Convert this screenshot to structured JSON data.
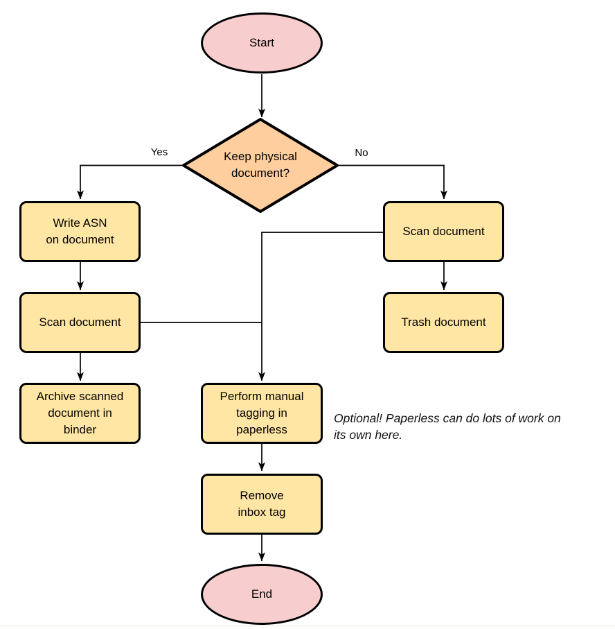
{
  "diagram": {
    "type": "flowchart",
    "nodes": {
      "start": {
        "label": "Start",
        "shape": "terminator"
      },
      "decision": {
        "label": "Keep physical\ndocument?",
        "shape": "decision"
      },
      "write_asn": {
        "label": "Write ASN\non document",
        "shape": "process"
      },
      "scan_left": {
        "label": "Scan document",
        "shape": "process"
      },
      "archive": {
        "label": "Archive scanned\ndocument in\nbinder",
        "shape": "process"
      },
      "scan_right": {
        "label": "Scan document",
        "shape": "process"
      },
      "trash": {
        "label": "Trash document",
        "shape": "process"
      },
      "tagging": {
        "label": "Perform manual\ntagging in\npaperless",
        "shape": "process"
      },
      "remove_inbox": {
        "label": "Remove\ninbox tag",
        "shape": "process"
      },
      "end": {
        "label": "End",
        "shape": "terminator"
      }
    },
    "edge_labels": {
      "yes": "Yes",
      "no": "No"
    },
    "edges": [
      "start -> decision",
      "decision -Yes-> write_asn",
      "decision -No-> scan_right",
      "write_asn -> scan_left",
      "scan_left -> archive",
      "scan_left -> tagging",
      "scan_right -> trash",
      "scan_right -> tagging",
      "tagging -> remove_inbox",
      "remove_inbox -> end"
    ],
    "annotation": "Optional! Paperless can do lots of work on\nits own here.",
    "colors": {
      "terminator_fill": "#f8cdce",
      "decision_fill": "#ffce9e",
      "process_fill": "#ffe6a4",
      "stroke": "#000000",
      "annotation_text": "#111111"
    }
  }
}
